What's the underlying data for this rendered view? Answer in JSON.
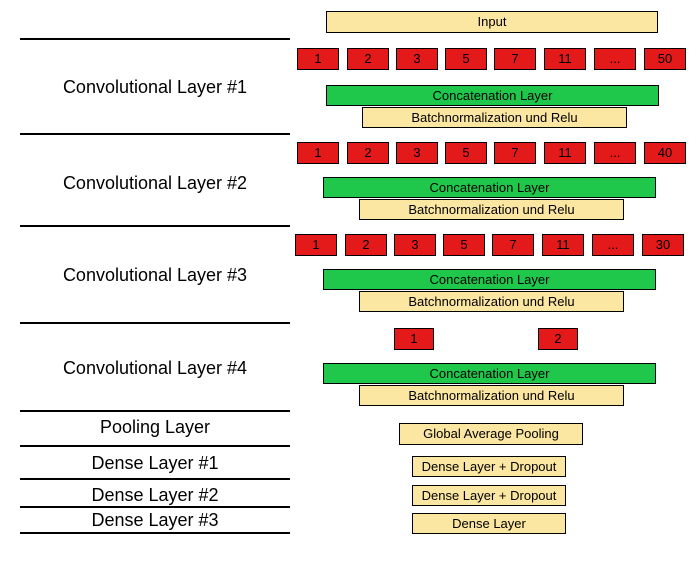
{
  "input_label": "Input",
  "layers": {
    "conv1": {
      "label": "Convolutional Layer #1",
      "kernels": [
        "1",
        "2",
        "3",
        "5",
        "7",
        "11",
        "...",
        "50"
      ]
    },
    "conv2": {
      "label": "Convolutional Layer #2",
      "kernels": [
        "1",
        "2",
        "3",
        "5",
        "7",
        "11",
        "...",
        "40"
      ]
    },
    "conv3": {
      "label": "Convolutional Layer #3",
      "kernels": [
        "1",
        "2",
        "3",
        "5",
        "7",
        "11",
        "...",
        "30"
      ]
    },
    "conv4": {
      "label": "Convolutional Layer #4",
      "kernels": [
        "1",
        "2"
      ]
    },
    "pool": {
      "label": "Pooling Layer",
      "block": "Global Average Pooling"
    },
    "dense1": {
      "label": "Dense Layer #1",
      "block": "Dense Layer + Dropout"
    },
    "dense2": {
      "label": "Dense Layer #2",
      "block": "Dense Layer + Dropout"
    },
    "dense3": {
      "label": "Dense Layer #3",
      "block": "Dense Layer"
    }
  },
  "concat_label": "Concatenation Layer",
  "bn_label": "Batchnormalization und Relu",
  "colors": {
    "input": "#fbe6a2",
    "concat": "#1fc84a",
    "kernel": "#e41a1a",
    "bn": "#fbe6a2"
  }
}
